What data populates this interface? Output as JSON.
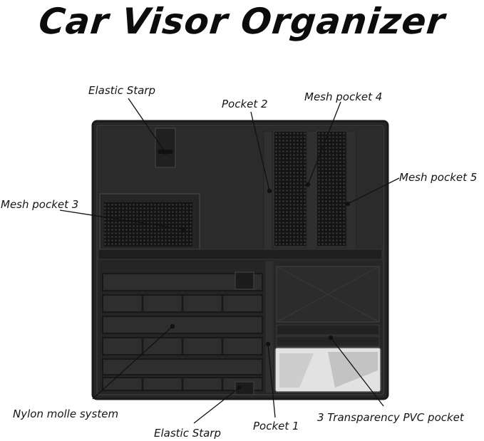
{
  "title": "Car Visor Organizer",
  "labels": {
    "elastic_strap_top": "Elastic Starp",
    "pocket_2": "Pocket 2",
    "mesh_pocket_4": "Mesh pocket 4",
    "mesh_pocket_5": "Mesh pocket 5",
    "mesh_pocket_3": "Mesh pocket 3",
    "nylon_molle_system": "Nylon molle system",
    "elastic_strap_bottom": "Elastic Starp",
    "pocket_1": "Pocket 1",
    "pvc_pocket": "3 Transparency PVC pocket"
  },
  "colors": {
    "fabric": "#2a2a2a",
    "fabric_dark": "#1b1b1b",
    "stitch": "#3d3d3d",
    "pvc": "#d8d8d8",
    "leader_line": "#111111"
  }
}
